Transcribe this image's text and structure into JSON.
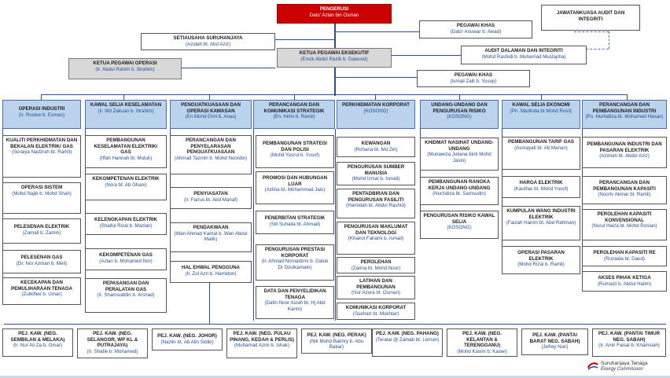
{
  "top": {
    "chairman": {
      "title": "PENGERUSI",
      "name": "Dato' Azlan bin Osman"
    },
    "secretary": {
      "title": "SETIAUSAHA SURUHANJAYA",
      "name": "(Azidah bt. Abd Aziz)"
    },
    "special_officer_1": {
      "title": "PEGAWAI KHAS",
      "name": "(Dato' Anuwar b. Awad)"
    },
    "audit_committee": {
      "title": "JAWATANKUASA AUDIT DAN INTEGRITI"
    },
    "internal_audit": {
      "title": "AUDIT DALAMAN DAN INTEGRITI",
      "name": "(Mohd Rashidi b. Muhamad Mustapha)"
    },
    "exec_officer": {
      "title": "KETUA PEGAWAI EKSEKUTIF",
      "name": "(Encik Abdul Razib b. Dawood)"
    },
    "coo": {
      "title": "KETUA PEGAWAI OPERASI",
      "name": "(Ir. Abdul Rahim b. Ibrahim)"
    },
    "special_officer_2": {
      "title": "PEGAWAI KHAS",
      "name": "(Ismail Zaili b. Yusop)"
    }
  },
  "departments": [
    {
      "title": "OPERASI INDUSTRI",
      "name": "(Ir. Roslee b. Esman)",
      "units": [
        {
          "title": "KUALITI PERKHIDMATAN DAN BEKALAN ELEKTRIK/ GAS",
          "name": "(Suraiya Nadzrah bt. Ramli)"
        },
        {
          "title": "OPERASI SISTEM",
          "name": "(Mohd Najib b. Mohd Shah)"
        },
        {
          "title": "PELESENAN ELEKTRIK",
          "name": "(Zamali b. Zamin)"
        },
        {
          "title": "PELESENAN GAS",
          "name": "(Dr. Nor Azman b. Meli)"
        },
        {
          "title": "KECEKAPAN DAN PEMULIHARAAN TENAGA",
          "name": "(Zulkiflee b. Umar)"
        }
      ]
    },
    {
      "title": "KAWAL SELIA KESELAMATAN",
      "name": "(Ir. Md Zakuan b. Ibrahim)",
      "units": [
        {
          "title": "PEMBANGUNAN KESELAMATAN ELEKTRIK/ GAS",
          "name": "(Iffah Hannah bt. Muluk)"
        },
        {
          "title": "KEKOMPETENAN ELEKTRIK",
          "name": "(Nora bt. Ab Ghani)"
        },
        {
          "title": "KELENGKAPAN ELEKTRIK",
          "name": "(Shaiful Rizal b. Mazlan)"
        },
        {
          "title": "KEKOMPETENAN GAS",
          "name": "(Azlan b. Mohamed Nor)"
        },
        {
          "title": "PEPASANGAN DAN PERALATAN GAS",
          "name": "(Ir. Shamsuddin b. Arshad)"
        }
      ]
    },
    {
      "title": "PENGUATKUASAAN DAN OPERASI KAWASAN",
      "name": "(En Mohd Elmi b. Anas)",
      "units": [
        {
          "title": "PERANCANGAN DAN PENYELARASAN PENGUATKUASAAN",
          "name": "(Ahmad Tazmin b. Mohd Noordin)"
        },
        {
          "title": "PENYIASATAN",
          "name": "(Ir. Fairus bt. Abd Manaf)"
        },
        {
          "title": "PENDAKWAAN",
          "name": "(Wan Ahmad Kamal b. Wan Abdul Malik)"
        },
        {
          "title": "HAL EHWAL PENGGUNA",
          "name": "(Ir. Zul Azri b. Hamidon)"
        }
      ]
    },
    {
      "title": "PERANCANGAN DAN KOMUNIKASI STRATEGIK",
      "name": "(En. Hilmi b. Ramli)",
      "units": [
        {
          "title": "PEMBANGUNAN STRATEGI DAN POLISI",
          "name": "(Mohd Yusrul b. Yusof)"
        },
        {
          "title": "PROMOSI DAN HUBUNGAN LUAR",
          "name": "(Azlina bt. Mohammad Jais)"
        },
        {
          "title": "PENERBITAN STRATEGIK",
          "name": "(Siti Suhaila bt. Ahmad)"
        },
        {
          "title": "PENGURUSAN PRESTASI KORPORAT",
          "name": "(Ir. Ahmad Nornadzmi b. Datuk Dr Dzulkarnain)"
        },
        {
          "title": "DATA DAN PENYELIDIKAN TENAGA",
          "name": "(Datin Noor Aizah bt. Hj Abd Karim)"
        }
      ]
    },
    {
      "title": "PERKHIDMATAN KORPORAT",
      "name": "(KOSONG)",
      "units": [
        {
          "title": "KEWANGAN",
          "name": "(Rohana bt. Md Zin)"
        },
        {
          "title": "PENGURUSAN SUMBER MANUSIA",
          "name": "(Mohd Izmal b. Ismail)"
        },
        {
          "title": "PENTADBIRAN DAN PENGURUSAN FASILITI",
          "name": "(Hamidah bt. Abdul Rashid)"
        },
        {
          "title": "PENGURUSAN MAKLUMAT DAN TEKNOLOGI",
          "name": "(Khairol Fahami b. Ismail)"
        },
        {
          "title": "PEROLEHAN",
          "name": "(Zarina bt. Mohd Noor)"
        },
        {
          "title": "LATIHAN DAN PEMBANGUNAN",
          "name": "(Nor Azura bt. Osman)"
        },
        {
          "title": "KOMUNIKASI KORPORAT",
          "name": "(Suehart bt. Mokhtar)"
        }
      ]
    },
    {
      "title": "UNDANG-UNDANG DAN PENGURUSAN RISIKO",
      "name": "(KOSONG)",
      "units": [
        {
          "title": "KHIDMAT NASIHAT UNDANG-UNDANG",
          "name": "(Munawiza Juliana binti Mohd Jasin)"
        },
        {
          "title": "PEMBANGUNAN RANGKA KERJA UNDANG-UNDANG",
          "name": "(Nurzaliza bt. Samsudin)"
        },
        {
          "title": "PENGURUSAN RISIKO KAWAL SELIA",
          "name": "(KOSONG)"
        }
      ]
    },
    {
      "title": "KAWAL SELIA EKONOMI",
      "name": "(Pn. Marlinda bt Mohd Rosli)",
      "units": [
        {
          "title": "PEMBANGUNAN TARIF GAS",
          "name": "(Asmayati bt. Ab Manan)"
        },
        {
          "title": "HARGA ELEKTRIK",
          "name": "(Kauthar bt. Mohd Yusof)"
        },
        {
          "title": "KUMPULAN WANG INDUSTRI ELEKTRIK",
          "name": "(Faizah Hanim bt. Abd Rahman)"
        },
        {
          "title": "OPERASI PASARAN ELEKTRIK",
          "name": "(Mohd Rizal b. Ramli)"
        }
      ]
    },
    {
      "title": "PERANCANGAN DAN PEMBANGUNAN INDUSTRI",
      "name": "(Pn. Nurhafiza bt. Mohamed Hasan)",
      "units": [
        {
          "title": "PEMBANGUNAN INDUSTRI DAN PASARAN ELEKTRIK",
          "name": "(Azimah bt. Abdul Aziz)"
        },
        {
          "title": "PERANCANGAN DAN PEMBANGUNAN KAPASITI",
          "name": "(Noorlv Akmar bt. Ramli)"
        },
        {
          "title": "PEROLEHAN KAPASITI KONVENSIONAL",
          "name": "(Nurul Haiza bt. Mohd Roslan)"
        },
        {
          "title": "PEROLEHAN KAPASITI RE",
          "name": "(Ruzaida bt. Daud)"
        },
        {
          "title": "AKSES PIHAK KETIGA",
          "name": "(Rumaizi b. Abdul Halim)"
        }
      ]
    }
  ],
  "regional": [
    {
      "title": "PEJ. KAW. (NEG. SEMBILAN & MELAKA)",
      "name": "(Ir. Nur Ali Za b. Omar)"
    },
    {
      "title": "PEJ. KAW. (NEG. SELANGOR, WP KL & PUTRAJAYA)",
      "name": "(Ir. Shafie b. Mohamed)"
    },
    {
      "title": "PEJ. KAW. (NEG. JOHOR)",
      "name": "(Nazlin bt. Ab Alin Sidiki)"
    },
    {
      "title": "PEJ. KAW. (NEG. PULAU PINANG, KEDAH & PERLIS)",
      "name": "(Muhamad Azmi b. Ishak)"
    },
    {
      "title": "PEJ. KAW. (NEG. PERAK)",
      "name": "(Nik Mohd Bakhry b. Abu Bakar)"
    },
    {
      "title": "PEJ. KAW. (NEG. PAHANG)",
      "name": "(Teratai @ Zainab bt. Leman)"
    },
    {
      "title": "PEJ. KAW. (NEG. KELANTAN & TERENGGANU)",
      "name": "(Mohd Kasim b. Kaswi)"
    },
    {
      "title": "PEJ. KAW. (PANTAI BARAT NEG. SABAH)",
      "name": "(Jefrey Nuri)"
    },
    {
      "title": "PEJ. KAW. (PANTAI TIMUR NEG. SABAH)",
      "name": "(Ir. Amir Faisal b. Khamsiah)"
    }
  ],
  "logo": {
    "line1": "Suruhanjaya Tenaga",
    "line2": "Energy Commission"
  },
  "colors": {
    "chairman": "#cc0000",
    "department_header": "#bcd3ee",
    "executive": "#d8d8d8",
    "connector": "#2e4e9a"
  }
}
